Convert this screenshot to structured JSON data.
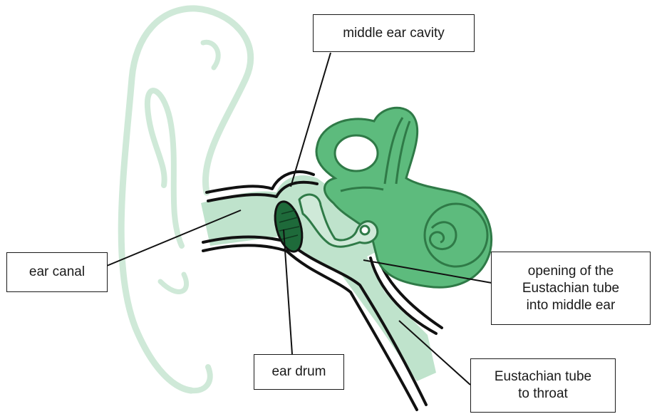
{
  "colors": {
    "outer_ear": "#cfe9d8",
    "canal_fill": "#bfe3cc",
    "inner_ear": "#5dbb7d",
    "inner_ear_outline": "#2f7a47",
    "ear_drum": "#1e6a3a",
    "line": "#111111"
  },
  "labels": {
    "middle_ear_cavity": "middle ear cavity",
    "ear_canal": "ear canal",
    "ear_drum": "ear drum",
    "eustachian_opening": "opening of the\nEustachian tube\ninto middle ear",
    "eustachian_tube": "Eustachian tube\nto throat"
  }
}
